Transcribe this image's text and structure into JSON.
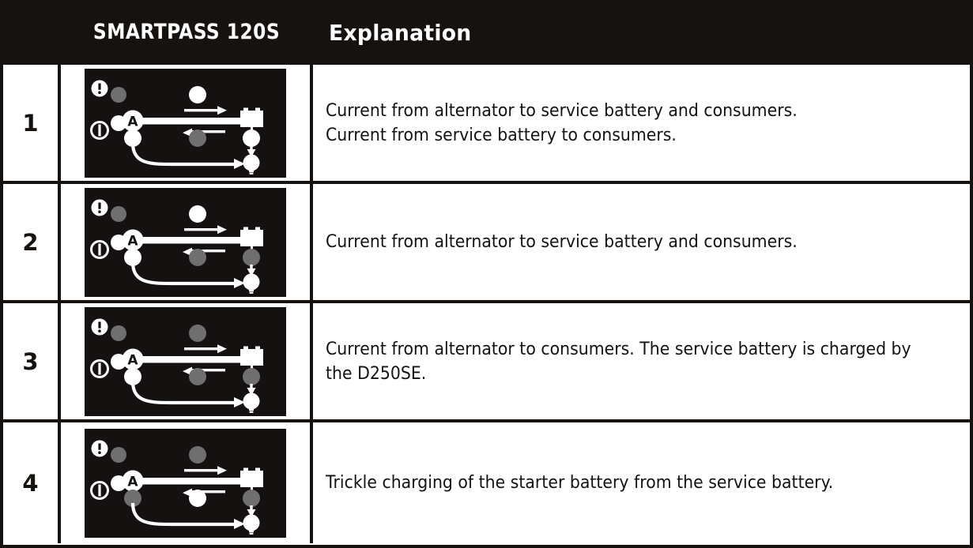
{
  "header": {
    "col_number": "",
    "col_device": "SMARTPASS 120S",
    "col_explanation": "Explanation"
  },
  "colors": {
    "black": "#16120f",
    "panel_bg": "#141110",
    "led_on": "#ffffff",
    "led_off": "#6f6f6f",
    "text": "#16120f",
    "header_text": "#ffffff"
  },
  "rows": [
    {
      "number": "1",
      "explanation": "Current from alternator to service battery and consumers.\nCurrent from service battery to consumers.",
      "diagram": {
        "led_warning_state": "off",
        "led_power_state": "on",
        "node_top_state": "on",
        "node_alternator_state": "on",
        "node_middle_state": "off",
        "node_battery_state": "on",
        "arrow_right_visible": true,
        "arrow_left_visible": true,
        "arrow_down_visible": true,
        "curve_to_bulb_visible": true
      }
    },
    {
      "number": "2",
      "explanation": "Current from alternator to service battery and consumers.",
      "diagram": {
        "led_warning_state": "off",
        "led_power_state": "on",
        "node_top_state": "on",
        "node_alternator_state": "on",
        "node_middle_state": "off",
        "node_battery_state": "off",
        "arrow_right_visible": true,
        "arrow_left_visible": true,
        "arrow_down_visible": true,
        "curve_to_bulb_visible": true
      }
    },
    {
      "number": "3",
      "explanation": "Current from alternator to consumers. The service battery is charged by the D250SE.",
      "diagram": {
        "led_warning_state": "off",
        "led_power_state": "on",
        "node_top_state": "off",
        "node_alternator_state": "on",
        "node_middle_state": "off",
        "node_battery_state": "off",
        "arrow_right_visible": true,
        "arrow_left_visible": true,
        "arrow_down_visible": true,
        "curve_to_bulb_visible": true
      }
    },
    {
      "number": "4",
      "explanation": "Trickle charging of the starter battery from the service battery.",
      "diagram": {
        "led_warning_state": "off",
        "led_power_state": "on",
        "node_top_state": "off",
        "node_alternator_state": "off",
        "node_middle_state": "on",
        "node_battery_state": "off",
        "arrow_right_visible": true,
        "arrow_left_visible": true,
        "arrow_down_visible": true,
        "curve_to_bulb_visible": true
      }
    }
  ],
  "diagram_legend": {
    "alternator_label": "A",
    "warning_icon": "exclamation-in-circle-icon",
    "power_icon": "power-in-circle-icon",
    "battery_icon": "battery-icon",
    "bulb_icon": "light-bulb-icon"
  }
}
